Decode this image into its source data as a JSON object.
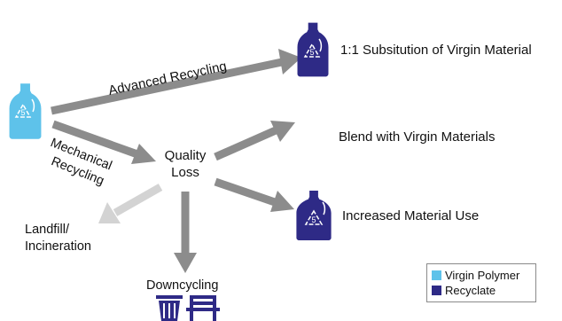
{
  "colors": {
    "virgin": "#5ec2ea",
    "recyclate": "#2e2a86",
    "arrow": "#8c8c8c",
    "arrow_light": "#d3d3d3"
  },
  "pathways": {
    "advanced": "Advanced Recycling",
    "mechanical_line1": "Mechanical",
    "mechanical_line2": "Recycling"
  },
  "center": {
    "line1": "Quality",
    "line2": "Loss"
  },
  "outcomes": {
    "substitution": "1:1 Subsitution of Virgin Material",
    "blend": "Blend with Virgin Materials",
    "increased": "Increased Material Use"
  },
  "landfill": {
    "line1": "Landfill/",
    "line2": "Incineration"
  },
  "downcycling": "Downcycling",
  "recycling_code": "5",
  "legend": {
    "virgin_label": "Virgin Polymer",
    "recyclate_label": "Recyclate"
  }
}
